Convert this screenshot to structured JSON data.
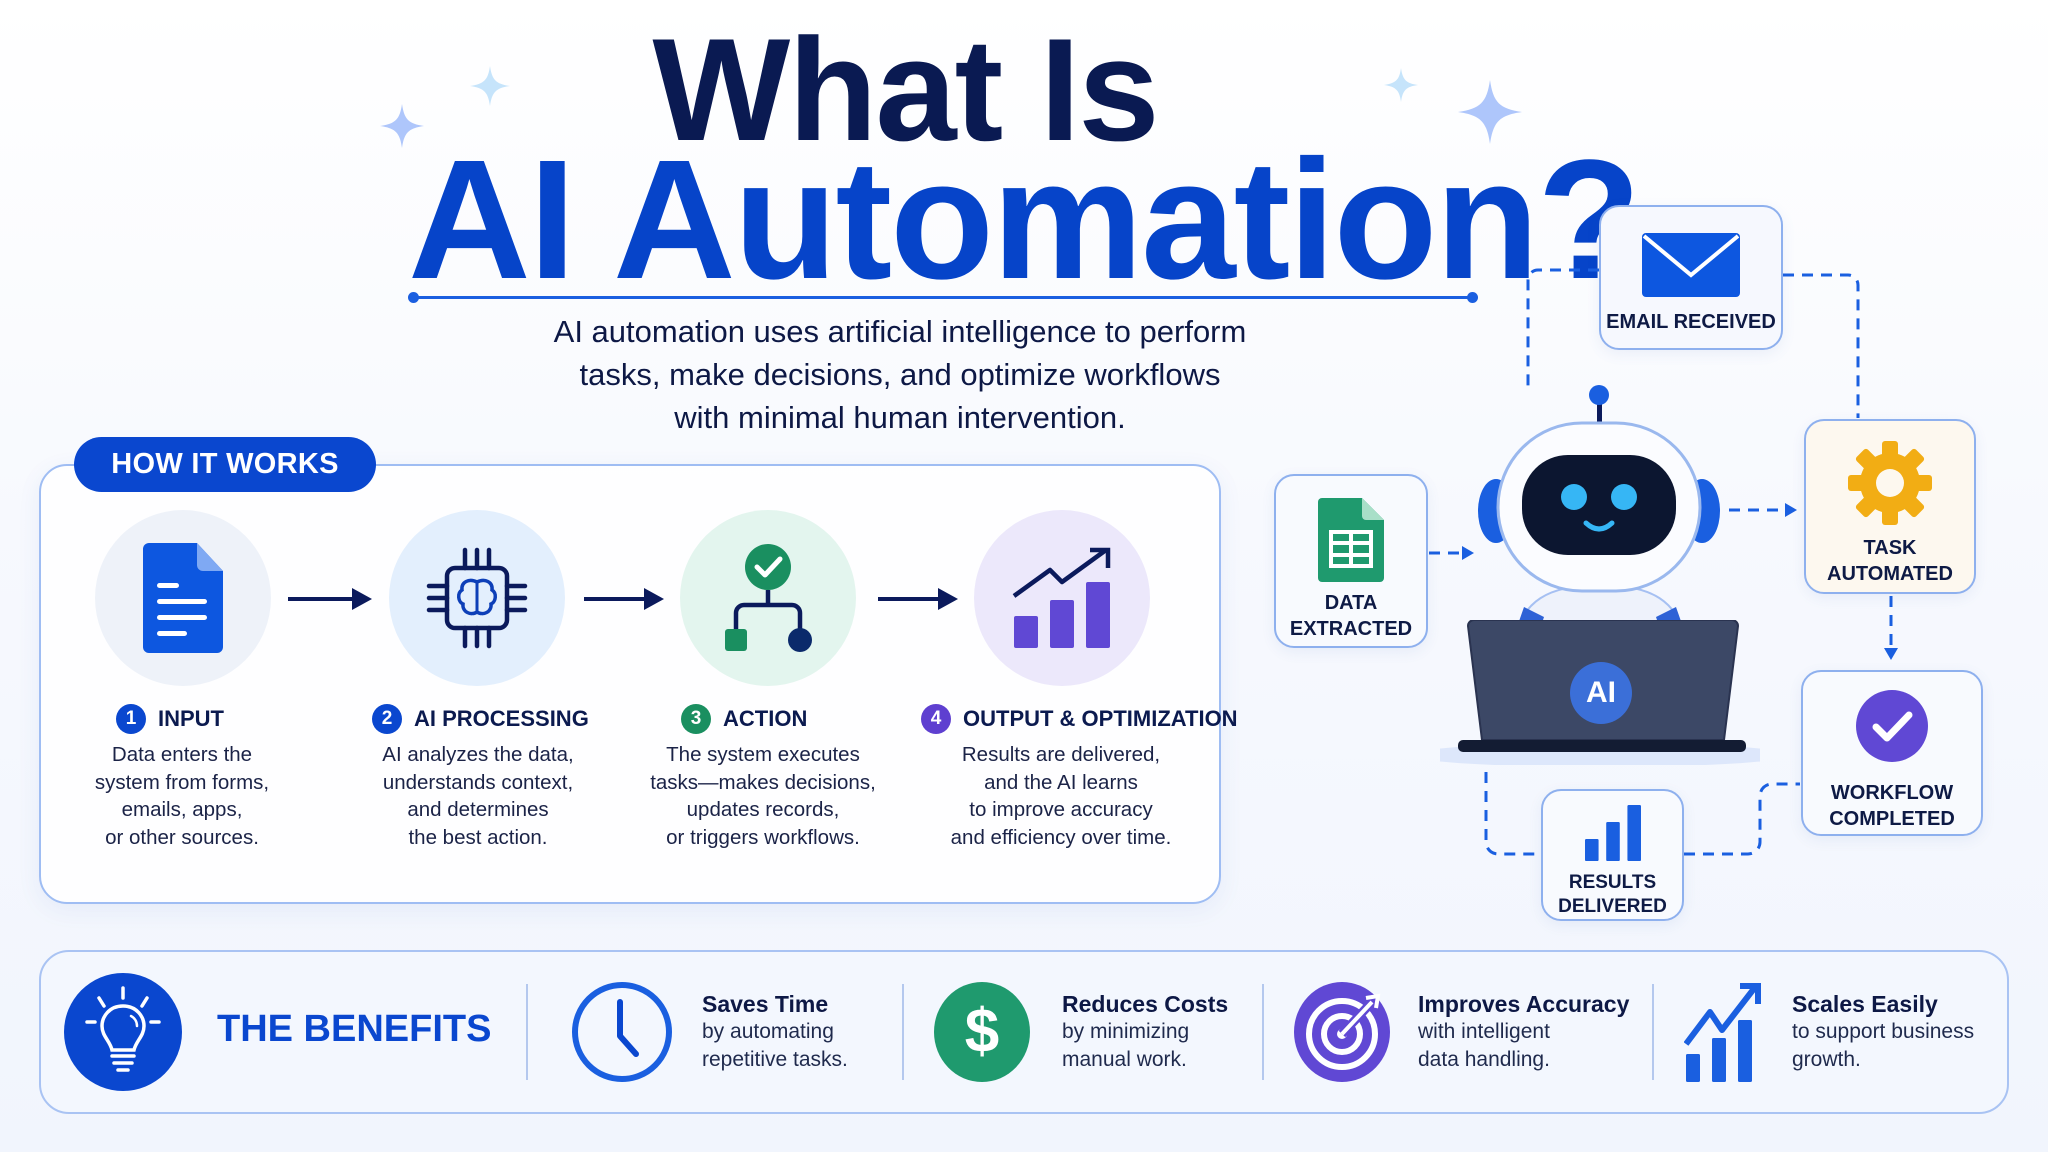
{
  "title": {
    "line1": "What Is",
    "line2": "AI Automation?",
    "subtitle_lines": [
      "AI automation uses artificial intelligence to perform",
      "tasks, make decisions, and optimize workflows",
      "with minimal human intervention."
    ]
  },
  "how_it_works": {
    "label": "HOW IT WORKS",
    "steps": [
      {
        "number": "1",
        "title": "INPUT",
        "icon": "document-icon",
        "color": "#0a47cf",
        "bg": "#eef2f9",
        "lines": [
          "Data enters the",
          "system from forms,",
          "emails, apps,",
          "or other sources."
        ]
      },
      {
        "number": "2",
        "title": "AI PROCESSING",
        "icon": "brain-chip-icon",
        "color": "#0a47cf",
        "bg": "#e3effd",
        "lines": [
          "AI analyzes the data,",
          "understands context,",
          "and determines",
          "the best action."
        ]
      },
      {
        "number": "3",
        "title": "ACTION",
        "icon": "decision-tree-icon",
        "color": "#1a8f60",
        "bg": "#e3f5ee",
        "lines": [
          "The system executes",
          "tasks—makes decisions,",
          "updates records,",
          "or triggers workflows."
        ]
      },
      {
        "number": "4",
        "title": "OUTPUT & OPTIMIZATION",
        "icon": "growth-chart-icon",
        "color": "#5e3fd0",
        "bg": "#ece8fb",
        "lines": [
          "Results are delivered,",
          "and the AI learns",
          "to improve accuracy",
          "and efficiency over time."
        ]
      }
    ]
  },
  "workflow": {
    "robot_laptop_label": "AI",
    "nodes": [
      {
        "id": "email",
        "label_lines": [
          "EMAIL RECEIVED"
        ],
        "icon": "envelope-icon"
      },
      {
        "id": "data",
        "label_lines": [
          "DATA",
          "EXTRACTED"
        ],
        "icon": "spreadsheet-icon"
      },
      {
        "id": "task",
        "label_lines": [
          "TASK",
          "AUTOMATED"
        ],
        "icon": "gear-icon"
      },
      {
        "id": "workflow",
        "label_lines": [
          "WORKFLOW",
          "COMPLETED"
        ],
        "icon": "check-circle-icon"
      },
      {
        "id": "results",
        "label_lines": [
          "RESULTS",
          "DELIVERED"
        ],
        "icon": "bar-chart-icon"
      }
    ]
  },
  "benefits": {
    "label": "THE BENEFITS",
    "items": [
      {
        "title": "Saves Time",
        "lines": [
          "by automating",
          "repetitive tasks."
        ],
        "icon": "clock-icon",
        "color": "#1a5fe0"
      },
      {
        "title": "Reduces Costs",
        "lines": [
          "by minimizing",
          "manual work."
        ],
        "icon": "dollar-icon",
        "color": "#1f9a6e"
      },
      {
        "title": "Improves Accuracy",
        "lines": [
          "with intelligent",
          "data handling."
        ],
        "icon": "target-icon",
        "color": "#5e3fd0"
      },
      {
        "title": "Scales Easily",
        "lines": [
          "to support business",
          "growth."
        ],
        "icon": "growth-icon",
        "color": "#1a5fe0"
      }
    ]
  },
  "colors": {
    "navy": "#0a1a52",
    "primary_blue": "#0644c9",
    "green": "#1a8f60",
    "purple": "#5e3fd0",
    "gold": "#f2ad14"
  }
}
